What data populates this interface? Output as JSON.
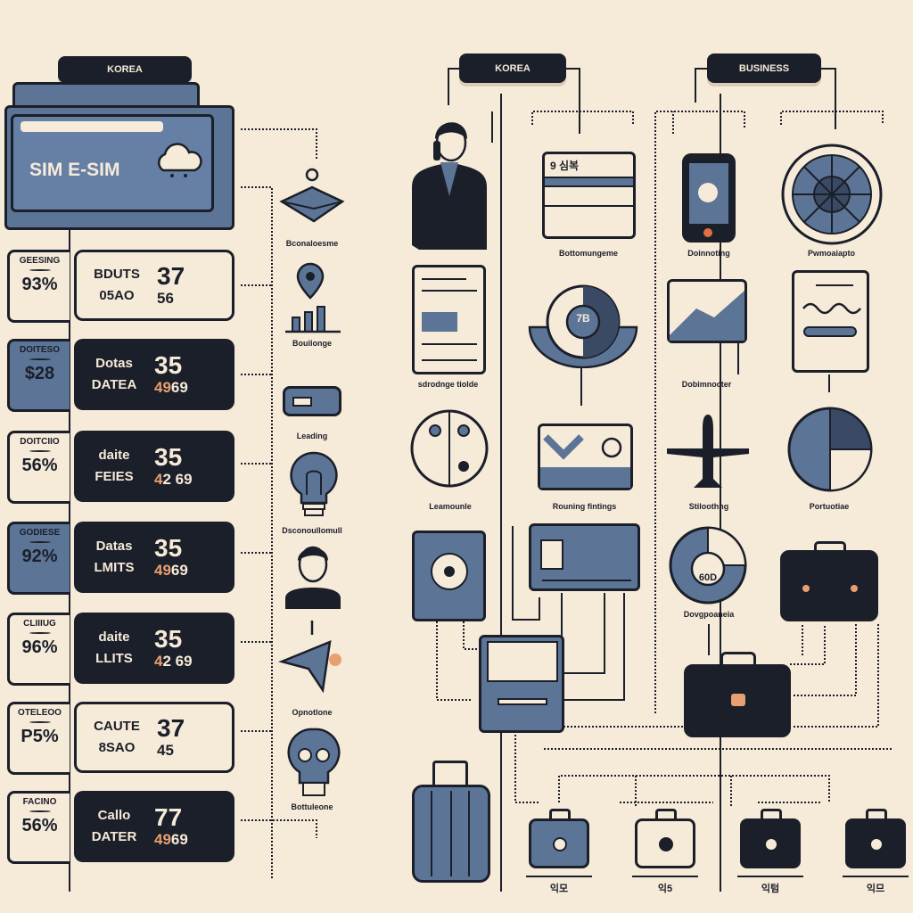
{
  "left": {
    "header": "KOREA",
    "sim_card": {
      "title": "SIM E-SIM"
    },
    "plans": [
      {
        "label": "GEESING",
        "value": "93%",
        "style": "light",
        "line1": "BDUTS",
        "line2": "05AO",
        "big": "37",
        "small": "56",
        "accent": ""
      },
      {
        "label": "DOITESO",
        "value": "$28",
        "style": "dark",
        "line1": "Dotas",
        "line2": "DATEA",
        "big": "35",
        "small": "69",
        "accent": "49"
      },
      {
        "label": "DOITCIIO",
        "value": "56%",
        "style": "dark",
        "line1": "daite",
        "line2": "FEIES",
        "big": "35",
        "small": "2 69",
        "accent": "4"
      },
      {
        "label": "GODIESE",
        "value": "92%",
        "style": "dark",
        "line1": "Datas",
        "line2": "LMITS",
        "big": "35",
        "small": "69",
        "accent": "49"
      },
      {
        "label": "CLIIIUG",
        "value": "96%",
        "style": "dark",
        "line1": "daite",
        "line2": "LLITS",
        "big": "35",
        "small": "2 69",
        "accent": "4"
      },
      {
        "label": "OTELEOO",
        "value": "P5%",
        "style": "light",
        "line1": "CAUTE",
        "line2": "8SAO",
        "big": "37",
        "small": "45",
        "accent": ""
      },
      {
        "label": "FACINO",
        "value": "56%",
        "style": "dark",
        "line1": "Callo",
        "line2": "DATER",
        "big": "77",
        "small": "69",
        "accent": "49"
      }
    ],
    "side_icons": [
      {
        "icon": "envelope-icon",
        "label": "Bconaloesme"
      },
      {
        "icon": "map-pin-chart-icon",
        "label": "Bouilonge"
      },
      {
        "icon": "sim-chip-icon",
        "label": "Leading"
      },
      {
        "icon": "lightbulb-icon",
        "label": "Dsconoullomull"
      },
      {
        "icon": "person-icon",
        "label": ""
      },
      {
        "icon": "paper-plane-icon",
        "label": "Opnotlone"
      },
      {
        "icon": "lightbulb-icon",
        "label": "Bottuleone"
      }
    ]
  },
  "right": {
    "headers": [
      "KOREA",
      "BUSINESS"
    ],
    "labels": {
      "table": "Bottomungeme",
      "phone": "Doinnoting",
      "wheel": "Pwmoaiapto",
      "document": "sdrodnge tiolde",
      "chart_card": "Dobimnocter",
      "circle": "Leamounle",
      "card": "Rouning fintings",
      "plane": "Stiloothng",
      "pie": "Portuotiae",
      "donut": "Dovgpoaneia"
    },
    "table_title": "9 심복",
    "gauge_value": "7B",
    "donut_value": "60D",
    "bags": [
      "익모",
      "익5",
      "익텀",
      "익므"
    ]
  },
  "colors": {
    "background": "#f6ead9",
    "navy": "#1b1f29",
    "slate": "#5c7597",
    "accent": "#e8a070"
  }
}
